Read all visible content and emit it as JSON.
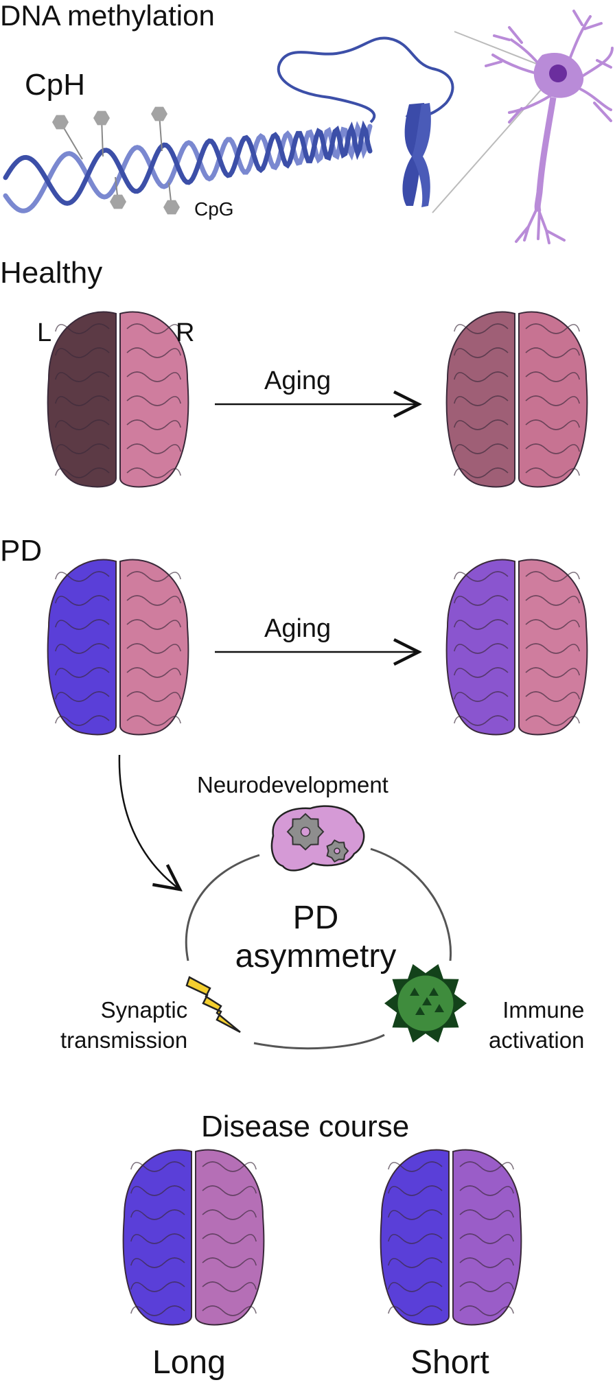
{
  "sections": {
    "dna_title": "DNA methylation",
    "cph_label": "CpH",
    "cpg_label": "CpG",
    "healthy_title": "Healthy",
    "left_label": "L",
    "right_label": "R",
    "aging_label_healthy": "Aging",
    "pd_title": "PD",
    "aging_label_pd": "Aging"
  },
  "cycle": {
    "top_label": "Neurodevelopment",
    "center_line1": "PD",
    "center_line2": "asymmetry",
    "left_line1": "Synaptic",
    "left_line2": "transmission",
    "right_line1": "Immune",
    "right_line2": "activation"
  },
  "course": {
    "title": "Disease course",
    "left_label": "Long",
    "right_label": "Short"
  },
  "colors": {
    "dna_strand": "#3c4fa8",
    "dna_strand_light": "#7a88d0",
    "methyl_group": "#a3a3a3",
    "neuron": "#b98bd8",
    "neuron_nucleus": "#6b2e9e",
    "chromosome": "#3b4ba9",
    "healthy_left_young": "#5c3a45",
    "healthy_right": "#cf7d9e",
    "healthy_left_old": "#9f5f76",
    "healthy_right_old": "#c77392",
    "pd_left": "#5a3fd8",
    "pd_right": "#cf7d9e",
    "pd_left_old": "#8a55cf",
    "course_right_long": "#b56fb6",
    "course_right_short": "#9a5dc8",
    "gear": "#8e8e8e",
    "neuro_brain": "#d59ad6",
    "lightning": "#f4cf2f",
    "virus": "#3f8c3d",
    "virus_dark": "#13421a"
  }
}
